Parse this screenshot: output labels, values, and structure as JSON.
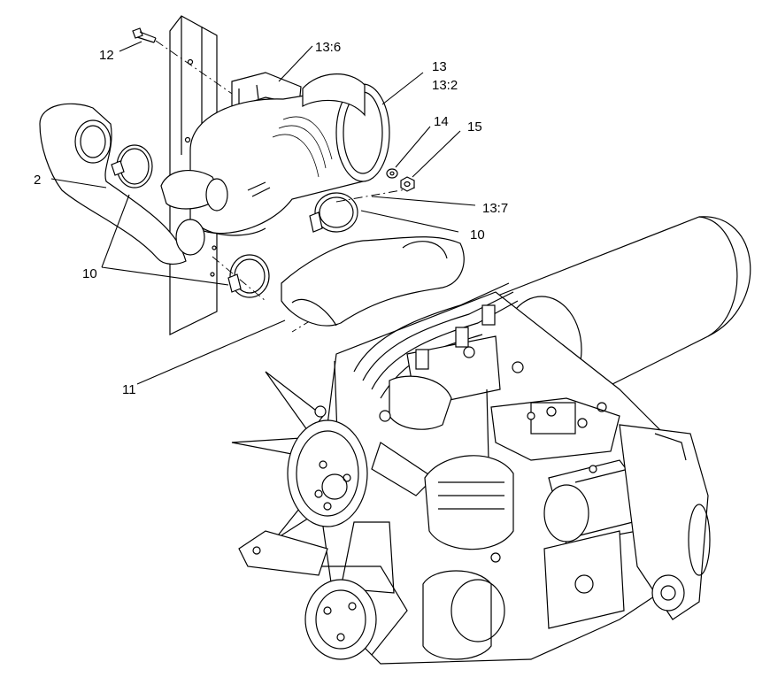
{
  "callouts": {
    "c12": "12",
    "c13_6": "13:6",
    "c13": "13",
    "c13_2": "13:2",
    "c14": "14",
    "c15": "15",
    "c2": "2",
    "c13_7": "13:7",
    "c10_right": "10",
    "c10_left": "10",
    "c11": "11"
  }
}
